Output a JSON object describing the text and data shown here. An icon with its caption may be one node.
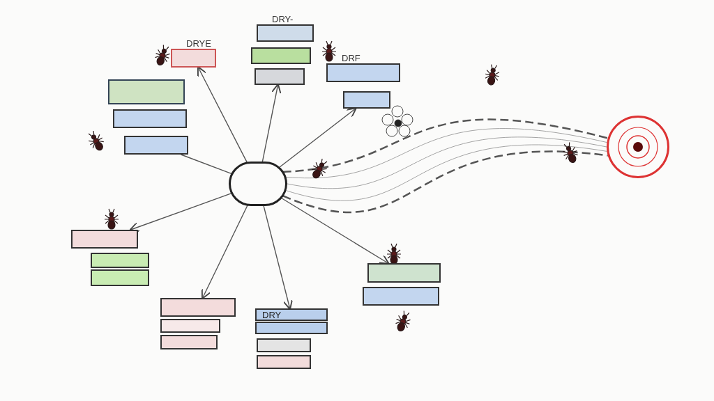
{
  "diagram": {
    "nodes": [
      {
        "text": [],
        "shape": "box",
        "beside": [
          "DRY-"
        ]
      },
      {
        "text": [],
        "shape": "box"
      },
      {
        "text": [],
        "shape": "box"
      },
      {
        "text": [],
        "shape": "box",
        "beside": [
          "DRYE"
        ]
      },
      {
        "text": [],
        "shape": "box",
        "beside": [
          "DRF"
        ]
      },
      {
        "text": [],
        "shape": "box"
      },
      {
        "text": [],
        "shape": "box"
      },
      {
        "text": [],
        "shape": "box"
      },
      {
        "text": [],
        "shape": "box"
      },
      {
        "text": [],
        "shape": "circle"
      },
      {
        "text": [],
        "shape": "circle"
      },
      {
        "text": [],
        "shape": "box"
      },
      {
        "text": [],
        "shape": "box"
      },
      {
        "text": [],
        "shape": "box"
      },
      {
        "text": [],
        "shape": "box"
      },
      {
        "text": [],
        "shape": "box"
      },
      {
        "text": [],
        "shape": "box"
      },
      {
        "text": [
          "DRY"
        ]
      },
      {
        "text": [],
        "shape": "box"
      },
      {
        "text": [],
        "shape": "box"
      },
      {
        "text": [],
        "shape": "box"
      },
      {
        "text": [],
        "shape": "box"
      },
      {
        "text": [],
        "shape": "box"
      }
    ],
    "edges": [
      {
        "from": 9,
        "to": 3,
        "arrow": "to"
      },
      {
        "from": 9,
        "to": 2,
        "arrow": "to"
      },
      {
        "from": 9,
        "to": 5,
        "arrow": "to"
      },
      {
        "from": 9,
        "to": 8,
        "arrow": "none"
      },
      {
        "from": 9,
        "to": 11,
        "arrow": "to"
      },
      {
        "from": 9,
        "to": 14,
        "arrow": "to"
      },
      {
        "from": 9,
        "to": 17,
        "arrow": "to"
      },
      {
        "from": 9,
        "to": 21,
        "arrow": "to"
      },
      {
        "from": 9,
        "to": 10,
        "arrow": "none",
        "style": "dashed"
      },
      {
        "from": 9,
        "to": 10,
        "arrow": "none",
        "color": "#999999"
      },
      {
        "from": 9,
        "to": 10,
        "arrow": "none",
        "color": "#999999"
      },
      {
        "from": 9,
        "to": 10,
        "arrow": "none",
        "color": "#999999"
      },
      {
        "from": 9,
        "to": 10,
        "arrow": "none",
        "style": "dashed"
      }
    ]
  }
}
